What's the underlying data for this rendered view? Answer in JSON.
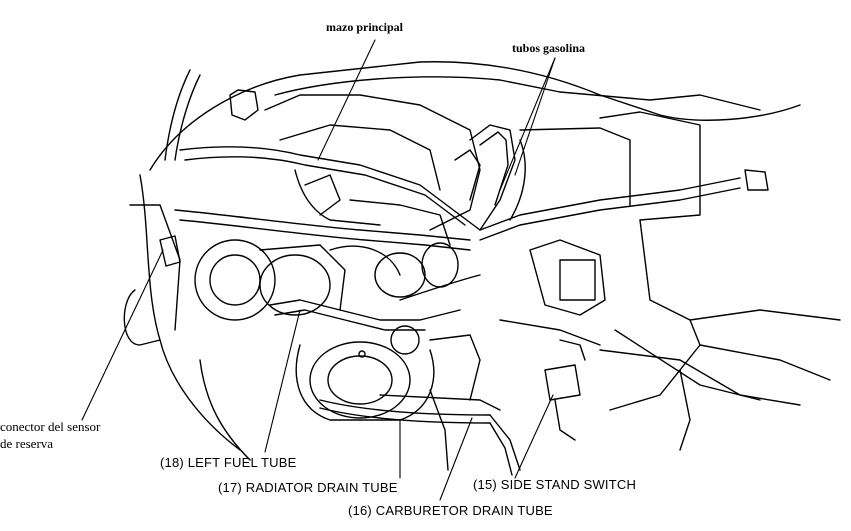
{
  "labels": {
    "main_harness": "mazo principal",
    "fuel_hoses": "tubos gasolina",
    "reserve_sensor_line1": "conector del sensor",
    "reserve_sensor_line2": "de reserva",
    "left_fuel_tube": "(18) LEFT FUEL TUBE",
    "radiator_drain_tube": "(17) RADIATOR DRAIN TUBE",
    "side_stand_switch": "(15) SIDE STAND SWITCH",
    "carburetor_drain_tube": "(16) CARBURETOR DRAIN TUBE"
  }
}
